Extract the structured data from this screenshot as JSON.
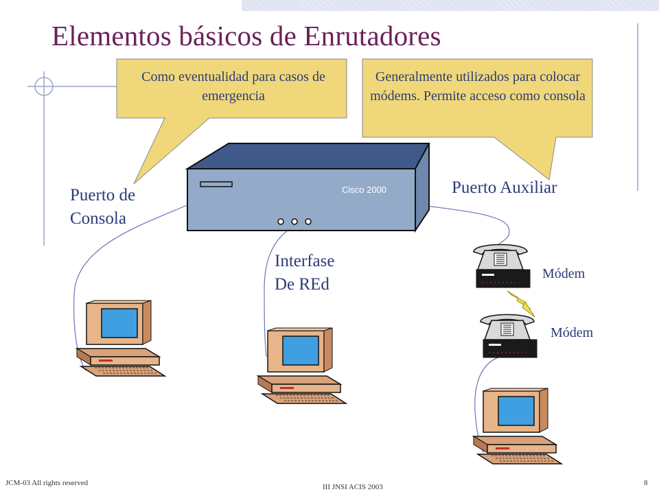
{
  "slide": {
    "title": "Elementos básicos de Enrutadores",
    "callouts": {
      "left": "Como eventualidad para casos de emergencia",
      "right": "Generalmente utilizados para colocar módems. Permite acceso como consola"
    },
    "router_label": "Cisco 2000",
    "labels": {
      "console_line1": "Puerto de",
      "console_line2": "Consola",
      "aux": "Puerto Auxiliar",
      "network_line1": "Interfase",
      "network_line2": "De REd",
      "modem1": "Módem",
      "modem2": "Módem"
    },
    "footer": {
      "left": "JCM-03 All rights reserved",
      "center": "III JNSI ACIS 2003",
      "page": "8"
    }
  }
}
